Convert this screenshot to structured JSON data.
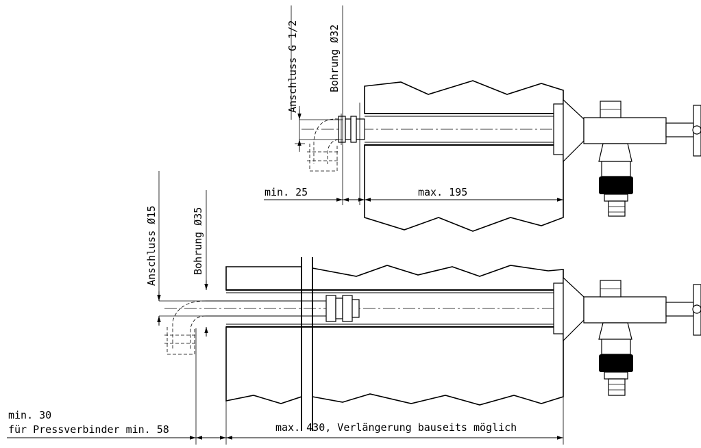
{
  "top": {
    "connection_label": "Anschluss G 1/2",
    "bore_label": "Bohrung Ø32",
    "min_label": "min. 25",
    "max_label": "max. 195"
  },
  "bottom": {
    "connection_label": "Anschluss Ø15",
    "bore_label": "Bohrung Ø35",
    "min_label_1": "min. 30",
    "min_label_2": "für Pressverbinder min. 58",
    "max_label": "max. 430, Verlängerung bauseits möglich"
  }
}
